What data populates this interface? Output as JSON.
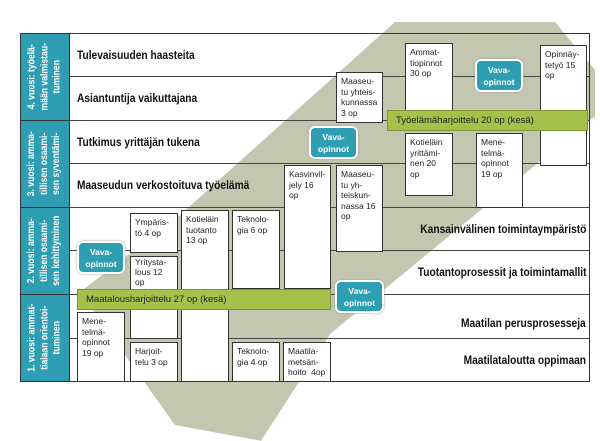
{
  "years": [
    {
      "label": "4. vuosi: työelä-\nmään valmistau-\ntuminen"
    },
    {
      "label": "3. vuosi: amma-\ntillisen osaami-\nsen syventämi-"
    },
    {
      "label": "2. vuosi: amma-\ntillisen osaami-\nsen kehittyminen"
    },
    {
      "label": "1. vuosi: ammat-\ntialaan orientoi-\ntuminen"
    }
  ],
  "rows": [
    "Tulevaisuuden haasteita",
    "Asiantuntija vaikuttajana",
    "Tutkimus yrittäjän tukena",
    "Maaseudun verkostoituva työelämä",
    "Kansainvälinen toimintaympäristö",
    "Tuotantoprosessit ja toimintamallit",
    "Maatilan perusprosesseja",
    "Maatilataloutta oppimaan"
  ],
  "courses": [
    "Maaseu-\ntu yhteis-\nkunnassa\n3 op",
    "Ammat-\ntiopinnot\n30 op",
    "Opinnäy-\ntetyö 15\nop",
    "Kotieläin\nyrittämi-\nnen 20\nop",
    "Mene-\ntelmä-\nopinnot\n19 op",
    "Kasvinvil-\njely 16\nop",
    "Maaseu-\ntu yh-\nteiskun-\nnassa 16\nop",
    "Ympäris-\ntö 4 op",
    "Kotieläin\ntuotanto\n13 op",
    "Teknolo-\ngia 6 op",
    "Yritysta-\nlous 12\nop",
    "Mene-\ntelmä-\nopinnot\n19 op",
    "Harjoit-\ntelu 3 op",
    "Teknolo-\ngia 4 op",
    "Maatila-\nmetsän-\nhoito  4op"
  ],
  "vava": "Vava-\nopinnot",
  "bars": {
    "upper": "Työelämäharjoittelu 20 op (kesä)",
    "lower": "Maatalousharjoittelu 27 op (kesä)"
  },
  "colors": {
    "teal": "#2e9fb3",
    "green": "#a5c14a",
    "band": "#c3c7b0"
  }
}
